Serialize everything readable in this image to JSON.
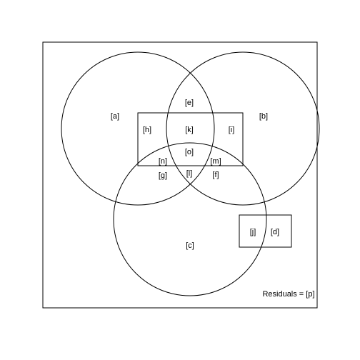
{
  "diagram": {
    "frame": {
      "name": "outer-frame"
    },
    "circles": [
      {
        "name": "circle-a"
      },
      {
        "name": "circle-b"
      },
      {
        "name": "circle-c"
      }
    ],
    "rectangles": [
      {
        "name": "rect-center"
      },
      {
        "name": "rect-small"
      }
    ],
    "labels": {
      "a": "[a]",
      "b": "[b]",
      "c": "[c]",
      "d": "[d]",
      "e": "[e]",
      "f": "[f]",
      "g": "[g]",
      "h": "[h]",
      "i": "[i]",
      "j": "[j]",
      "k": "[k]",
      "l": "[l]",
      "m": "[m]",
      "n": "[n]",
      "o": "[o]",
      "residuals": "Residuals = [p]"
    }
  }
}
